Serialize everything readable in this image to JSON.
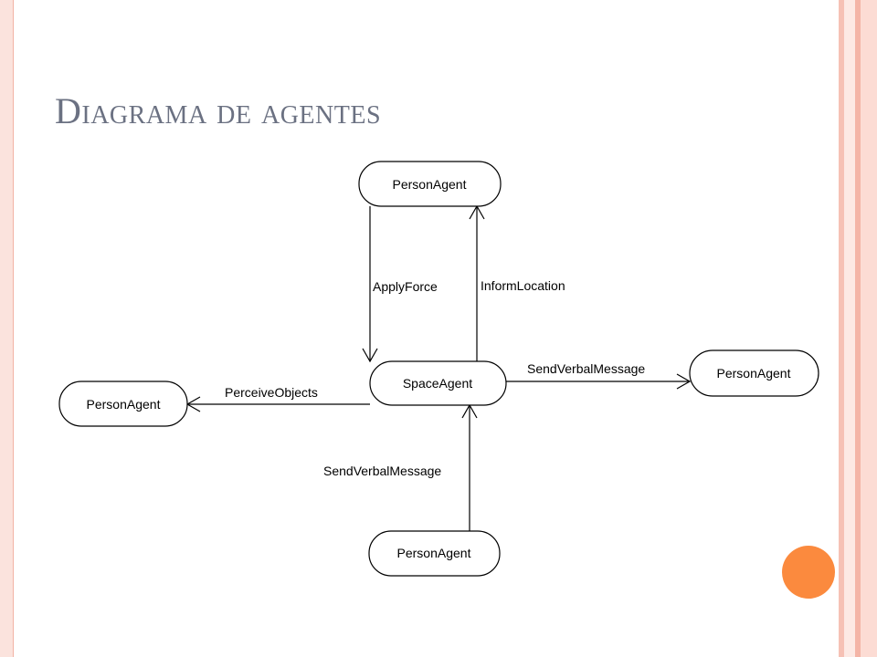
{
  "slide": {
    "title": "Diagrama de agentes"
  },
  "colors": {
    "accent": "#fb8a3e",
    "frame": "#f6c1b5",
    "title": "#6b7182"
  },
  "diagram": {
    "nodes": {
      "space": "SpaceAgent",
      "top": "PersonAgent",
      "left": "PersonAgent",
      "right": "PersonAgent",
      "bottom": "PersonAgent"
    },
    "edges": {
      "apply_force": "ApplyForce",
      "inform_location": "InformLocation",
      "perceive_objects": "PerceiveObjects",
      "send_verbal_right": "SendVerbalMessage",
      "send_verbal_bottom": "SendVerbalMessage"
    }
  }
}
